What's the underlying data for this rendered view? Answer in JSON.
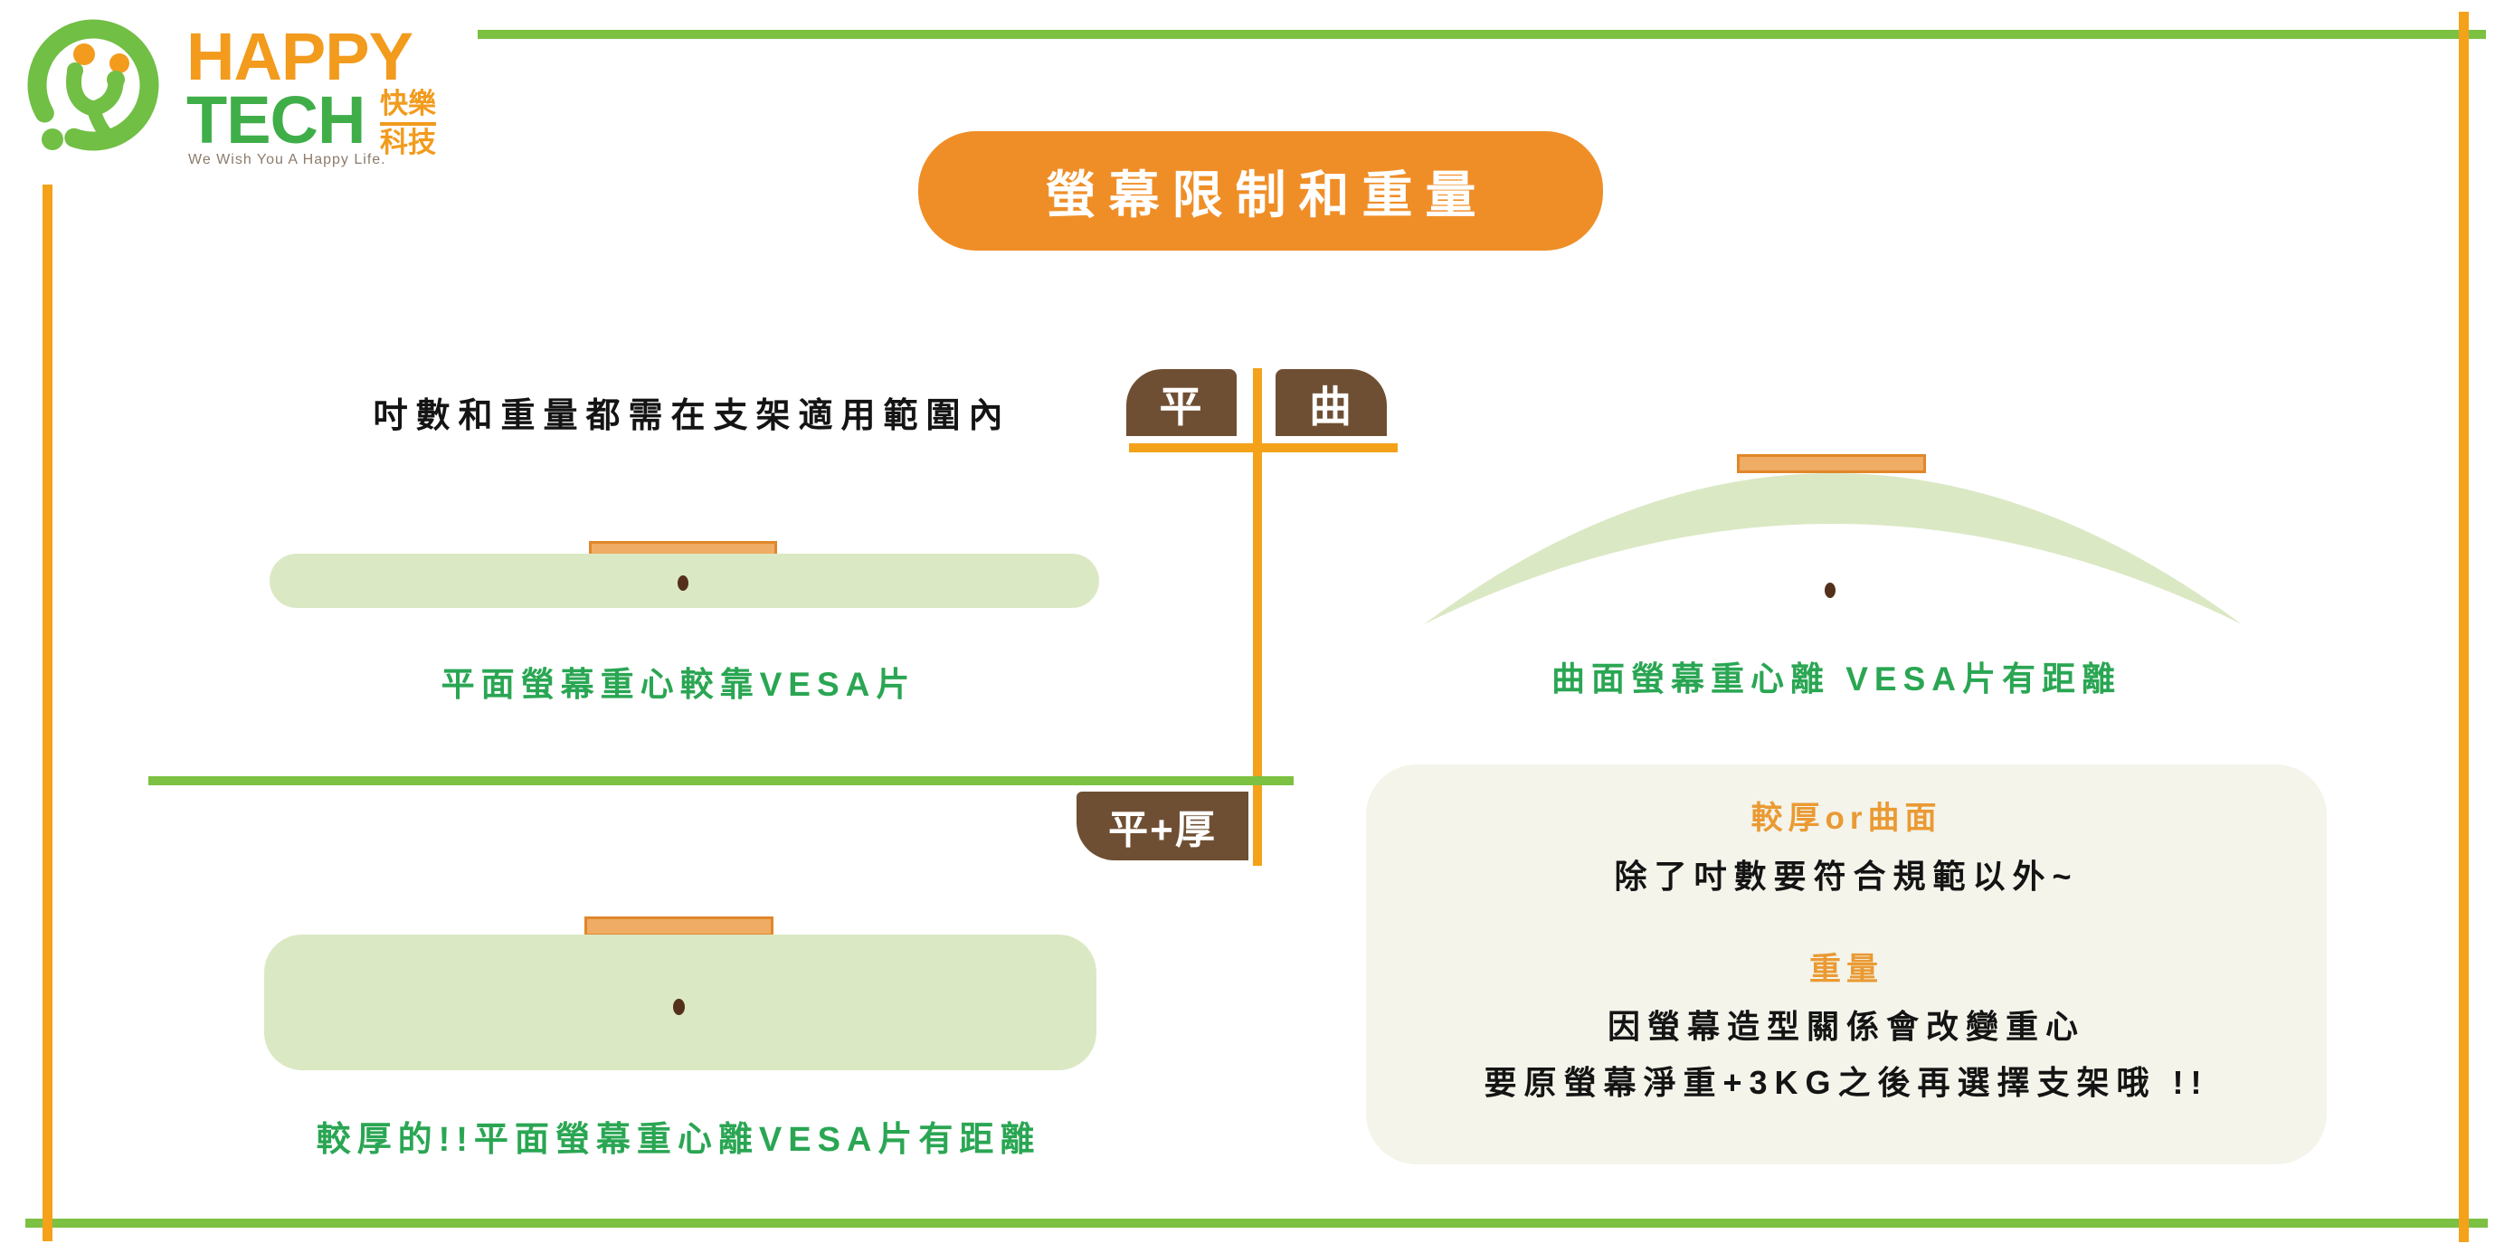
{
  "logo": {
    "happy": "HAPPY",
    "tech": "TECH",
    "cn_top": "快樂",
    "cn_bottom": "科技",
    "tagline": "We Wish You A Happy Life."
  },
  "title": {
    "text": "螢幕限制和重量"
  },
  "intro": {
    "text": "吋數和重量都需在支架適用範圍內"
  },
  "tabs": {
    "flat": "平",
    "curved": "曲",
    "flat_thick": "平+厚"
  },
  "monitors": {
    "flat": {
      "caption": "平面螢幕重心較靠VESA片"
    },
    "curved": {
      "caption": "曲面螢幕重心離 VESA片有距離"
    },
    "thick": {
      "caption": "較厚的!!平面螢幕重心離VESA片有距離"
    }
  },
  "note_box": {
    "heading1": "較厚or曲面",
    "line1": "除了吋數要符合規範以外~",
    "heading2": "重量",
    "line2": "因螢幕造型關係會改變重心",
    "line3": "要原螢幕淨重+3KG之後再選擇支架哦 !!"
  },
  "colors": {
    "orange": "#F29B1D",
    "banner_orange": "#EF8E27",
    "orange_line": "#F4A21A",
    "green_line": "#7CC142",
    "green_text": "#2AA653",
    "monitor_fill": "#DBE8C4",
    "vesa_fill": "#EFAC64",
    "vesa_border": "#E1872A",
    "tab_brown": "#6F4F33",
    "dot_brown": "#54301B",
    "note_bg": "#F4F4EB",
    "note_heading_orange": "#EA9A33",
    "text_black": "#141414"
  }
}
